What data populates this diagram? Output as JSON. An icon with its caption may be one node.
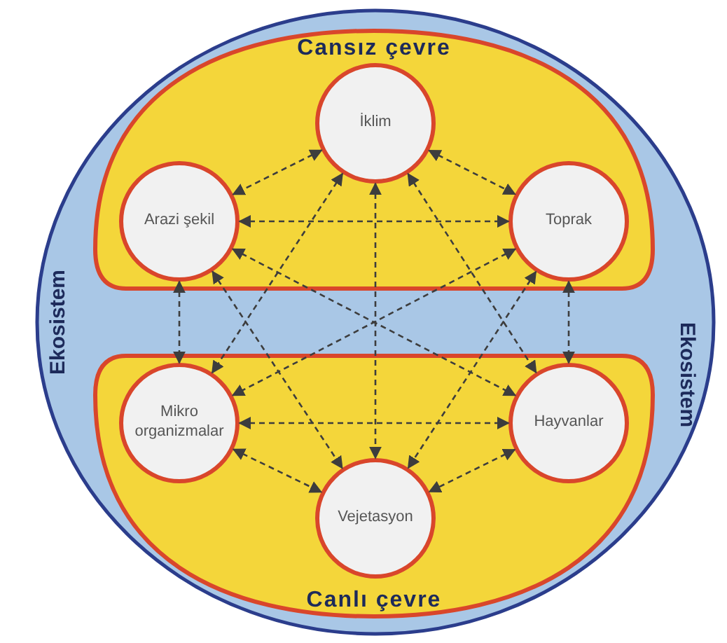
{
  "diagram": {
    "nodes": [
      {
        "text": [
          "Ekosistem",
          "Ekosistem"
        ]
      },
      {
        "text": [
          "Cansız çevre"
        ],
        "in": 0
      },
      {
        "text": [
          "İklim"
        ],
        "in": 1
      },
      {
        "text": [
          "Arazi şekil"
        ],
        "in": 1
      },
      {
        "text": [
          "Toprak"
        ],
        "in": 1
      },
      {
        "text": [
          "Canlı çevre"
        ],
        "in": 0
      },
      {
        "text": [
          "Mikro organizmalar"
        ],
        "in": 5
      },
      {
        "text": [
          "Hayvanlar"
        ],
        "in": 5
      },
      {
        "text": [
          "Vejetasyon"
        ],
        "in": 5
      }
    ],
    "edges": [
      {
        "from": 2,
        "to": 3,
        "arrow": "both",
        "style": "dashed"
      },
      {
        "from": 2,
        "to": 4,
        "arrow": "both",
        "style": "dashed"
      },
      {
        "from": 3,
        "to": 4,
        "arrow": "both",
        "style": "dashed"
      },
      {
        "from": 3,
        "to": 6,
        "arrow": "both",
        "style": "dashed"
      },
      {
        "from": 3,
        "to": 7,
        "arrow": "both",
        "style": "dashed"
      },
      {
        "from": 3,
        "to": 8,
        "arrow": "both",
        "style": "dashed"
      },
      {
        "from": 2,
        "to": 6,
        "arrow": "both",
        "style": "dashed"
      },
      {
        "from": 2,
        "to": 7,
        "arrow": "both",
        "style": "dashed"
      },
      {
        "from": 2,
        "to": 8,
        "arrow": "both",
        "style": "dashed"
      },
      {
        "from": 4,
        "to": 6,
        "arrow": "both",
        "style": "dashed"
      },
      {
        "from": 4,
        "to": 7,
        "arrow": "both",
        "style": "dashed"
      },
      {
        "from": 4,
        "to": 8,
        "arrow": "both",
        "style": "dashed"
      },
      {
        "from": 6,
        "to": 7,
        "arrow": "both",
        "style": "dashed"
      },
      {
        "from": 6,
        "to": 8,
        "arrow": "both",
        "style": "dashed"
      },
      {
        "from": 7,
        "to": 8,
        "arrow": "both",
        "style": "dashed"
      }
    ]
  }
}
